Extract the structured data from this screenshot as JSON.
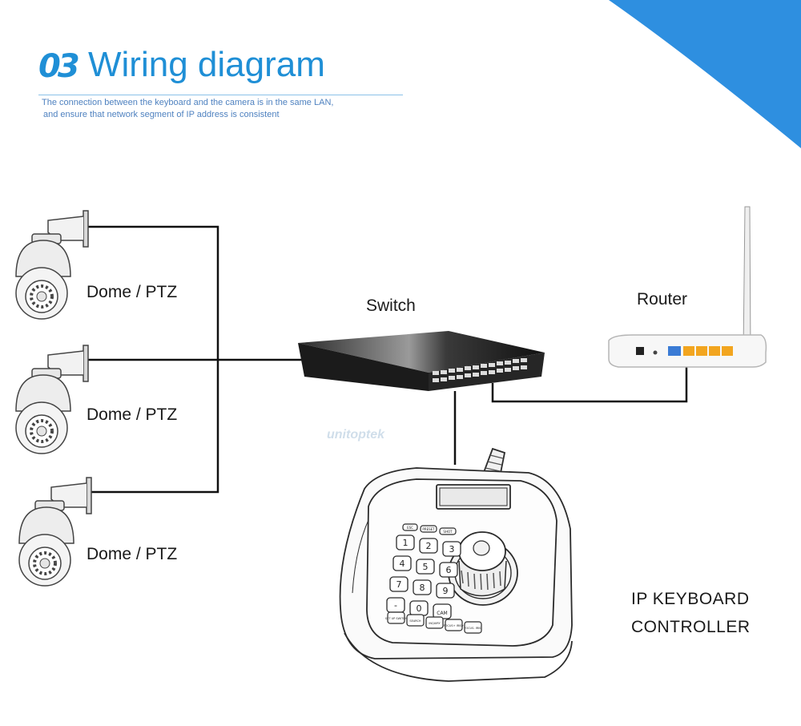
{
  "header": {
    "number": "03",
    "title": "Wiring diagram",
    "subtitle_line1": "The connection between the keyboard and the camera is in the same LAN,",
    "subtitle_line2": "and ensure that network segment of IP address is consistent"
  },
  "devices": {
    "cameras": [
      "Dome / PTZ",
      "Dome / PTZ",
      "Dome / PTZ"
    ],
    "switch": "Switch",
    "router": "Router",
    "keyboard_line1": "IP KEYBOARD",
    "keyboard_line2": "CONTROLLER"
  },
  "watermark": "unitoptek",
  "keypad": {
    "keys": [
      "1",
      "2",
      "3",
      "4",
      "5",
      "6",
      "7",
      "8",
      "9",
      "-",
      "0",
      "CAM"
    ],
    "function_keys": [
      "ESC",
      "PRESET",
      "SHOT"
    ],
    "bottom_keys": [
      "SET UP SWITCH",
      "SEARCH",
      "INQUIRY",
      "FOCUS+ IRIS+",
      "FOCUS- IRIS-"
    ]
  },
  "colors": {
    "accent": "#1f8fd6",
    "port": "#f2a51f",
    "lan_port": "#3a7bd5"
  }
}
